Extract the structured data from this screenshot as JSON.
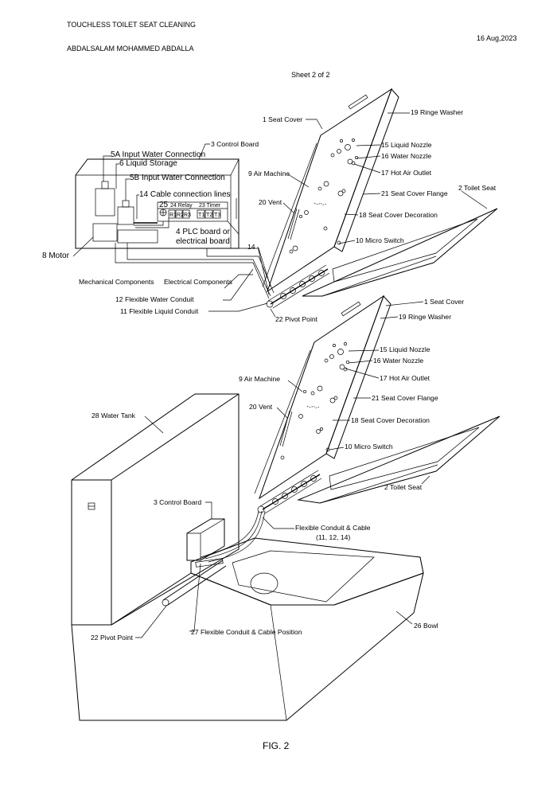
{
  "header": {
    "title": "TOUCHLESS TOILET SEAT CLEANING",
    "author": "ABDALSALAM MOHAMMED ABDALLA",
    "date": "16 Aug,2023",
    "sheet": "Sheet 2 of 2"
  },
  "figure_caption": "FIG. 2",
  "upper_labels": {
    "seat_cover": "1 Seat Cover",
    "ringe_washer": "19 Ringe Washer",
    "control_board": "3 Control Board",
    "input_water_a": "5A Input Water Connection",
    "liquid_storage": "6 Liquid Storage",
    "input_water_b": "5B Input Water Connection",
    "cable_lines": "14 Cable connection lines",
    "relay": "24 Relay",
    "timer": "23 Timer",
    "relay_num": "25",
    "r1": "R1",
    "r2": "R2",
    "r3": "R3",
    "t1": "T1",
    "t2": "T2",
    "t3": "T3",
    "plc_board_1": "4 PLC board or",
    "plc_board_2": "electrical board",
    "motor": "8 Motor",
    "mech": "Mechanical Components",
    "elec": "Electrical Components",
    "water_conduit": "12 Flexible Water Conduit",
    "liquid_conduit": "11 Flexible Liquid Conduit",
    "ref14": "14",
    "liquid_nozzle": "15 Liquid Nozzle",
    "water_nozzle": "16 Water Nozzle",
    "hot_air": "17 Hot Air Outlet",
    "air_machine": "9 Air  Machine",
    "vent": "20 Vent",
    "flange": "21 Seat Cover Flange",
    "toilet_seat": "2 Toilet Seat",
    "decoration": "18 Seat Cover Decoration",
    "micro_switch": "10 Micro Switch",
    "pivot": "22 Pivot Point"
  },
  "lower_labels": {
    "seat_cover": "1 Seat Cover",
    "ringe_washer": "19 Ringe Washer",
    "liquid_nozzle": "15 Liquid Nozzle",
    "water_nozzle": "16 Water Nozzle",
    "hot_air": "17 Hot Air Outlet",
    "air_machine": "9 Air  Machine",
    "flange": "21 Seat Cover Flange",
    "vent": "20 Vent",
    "water_tank": "28 Water Tank",
    "decoration": "18 Seat Cover Decoration",
    "micro_switch": "10 Micro Switch",
    "toilet_seat": "2 Toilet Seat",
    "control_board": "3 Control Board",
    "conduit_1": "Flexible Conduit & Cable",
    "conduit_2": "(11, 12, 14)",
    "bowl": "26 Bowl",
    "pivot": "22 Pivot Point",
    "conduit_pos": "27 Flexible Conduit & Cable Position"
  }
}
